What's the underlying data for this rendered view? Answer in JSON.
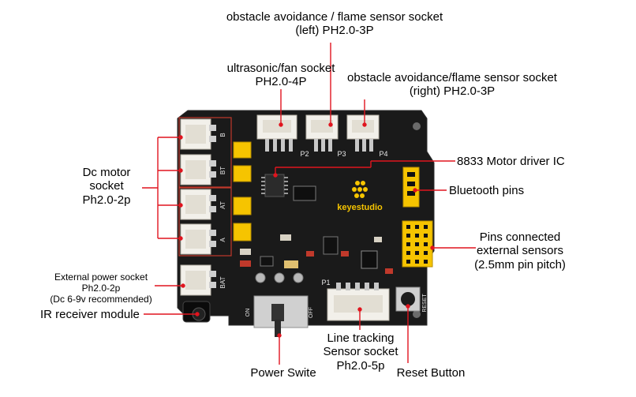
{
  "board": {
    "brand": "keyestudio",
    "silk": {
      "p1": "P1",
      "p2": "P2",
      "p3": "P3",
      "p4": "P4",
      "bat": "BAT",
      "reset": "RESET",
      "on": "ON",
      "off": "OFF",
      "m_b": "B",
      "m_bt": "BT",
      "m_at": "AT",
      "m_a": "A"
    },
    "colors": {
      "pcb": "#1a1a1a",
      "socket": "#f2f0ea",
      "header": "#f6c400",
      "callout": "#e0141e"
    }
  },
  "labels": {
    "obstacle_left": [
      "obstacle avoidance / flame sensor socket",
      "(left) PH2.0-3P"
    ],
    "ultrasonic": [
      "ultrasonic/fan socket",
      "PH2.0-4P"
    ],
    "obstacle_right": [
      "obstacle avoidance/flame sensor socket",
      "(right) PH2.0-3P"
    ],
    "motor_ic": [
      "8833 Motor driver IC"
    ],
    "bluetooth": [
      "Bluetooth pins"
    ],
    "dc_motor": [
      "Dc motor",
      "socket",
      "Ph2.0-2p"
    ],
    "ext_sensors": [
      "Pins connected",
      "external sensors",
      "(2.5mm pin pitch)"
    ],
    "ext_power": [
      "External power socket",
      "Ph2.0-2p",
      "(Dc 6-9v recommended)"
    ],
    "ir": [
      "IR receiver module"
    ],
    "line_tracking": [
      "Line tracking",
      "Sensor socket",
      "Ph2.0-5p"
    ],
    "power": [
      "Power Swite"
    ],
    "reset": [
      "Reset Button"
    ]
  }
}
